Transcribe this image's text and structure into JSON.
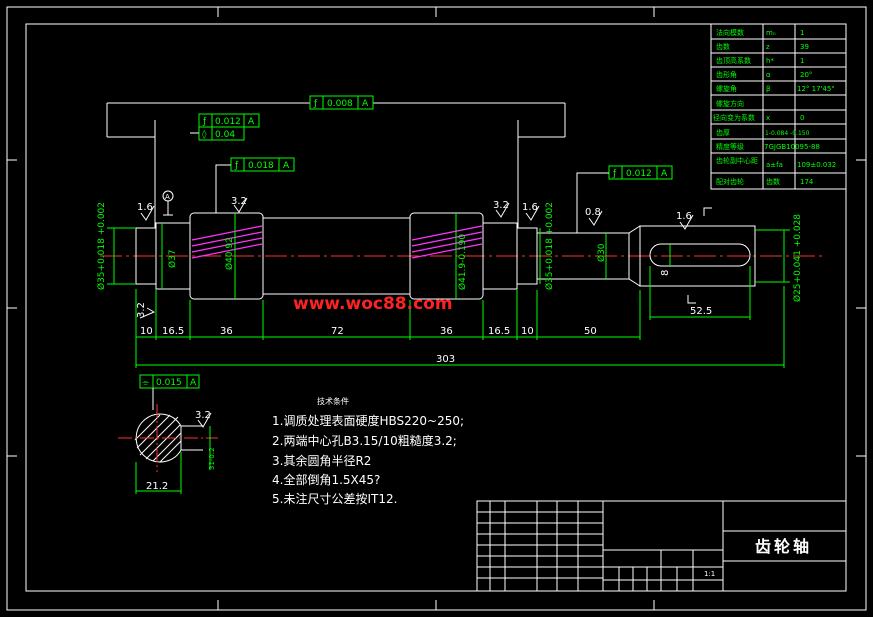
{
  "params": [
    {
      "name": "法向模数",
      "sym": "mₙ",
      "val": "1"
    },
    {
      "name": "齿数",
      "sym": "z",
      "val": "39"
    },
    {
      "name": "齿顶高系数",
      "sym": "h*",
      "val": "1"
    },
    {
      "name": "齿形角",
      "sym": "α",
      "val": "20°"
    },
    {
      "name": "螺旋角",
      "sym": "β",
      "val": "12° 17'45\""
    },
    {
      "name": "螺旋方向",
      "sym": "",
      "val": ""
    },
    {
      "name": "径向变为系数",
      "sym": "x",
      "val": "0"
    },
    {
      "name": "齿厚",
      "sym": "",
      "val": "1-0.084 -0.150"
    },
    {
      "name": "精度等级",
      "sym": "",
      "val": "7GJGB10095-88"
    },
    {
      "name": "齿轮副中心距",
      "sym": "a±fa",
      "val": "109±0.032"
    },
    {
      "name": "配对齿轮",
      "sym": "齿数",
      "val": "174"
    }
  ],
  "tolerances": {
    "top": "0.008",
    "runout1": "0.012",
    "cyl": "0.04",
    "runout2": "0.018",
    "runout3": "0.012",
    "key_sym": "0.015",
    "datum": "A"
  },
  "roughness": {
    "a": "1.6",
    "b": "3.2",
    "c": "3.2",
    "d": "1.6",
    "e": "0.8",
    "f": "1.6",
    "g": "3.2",
    "h": "3.2"
  },
  "diameters": {
    "left_journal": "Ø35+0.018 +0.002",
    "shoulder": "Ø37",
    "gear1": "Ø40.92",
    "gear2": "Ø41.9-0.190",
    "right_journal": "Ø35+0.018 +0.002",
    "collar": "Ø30",
    "end": "Ø25+0.041 +0.028"
  },
  "lengths": [
    "10",
    "16.5",
    "36",
    "72",
    "36",
    "16.5",
    "10",
    "50"
  ],
  "total_length": "303",
  "keyway": {
    "width": "8",
    "length": "52.5"
  },
  "section": {
    "width": "21.2"
  },
  "watermark": "www.woc88.com",
  "tech": {
    "title": "技术条件",
    "items": [
      "1.调质处理表面硬度HBS220~250;",
      "2.两端中心孔B3.15/10粗糙度3.2;",
      "3.其余圆角半径R2",
      "4.全部倒角1.5X45?",
      "5.未注尺寸公差按IT12."
    ]
  },
  "title_block": {
    "part": "齿轮轴",
    "scale": "1:1"
  }
}
